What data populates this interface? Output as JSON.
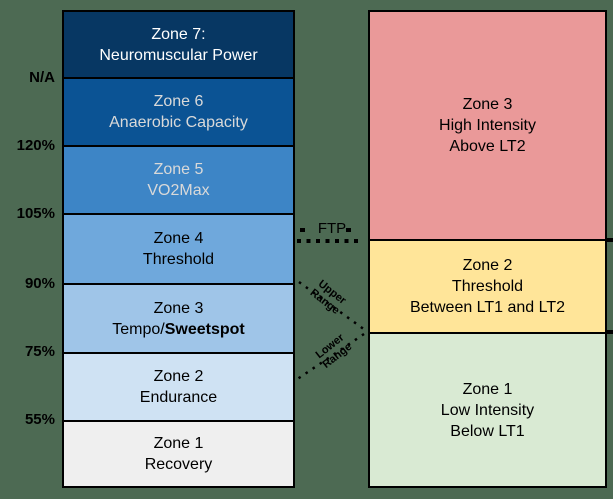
{
  "page": {
    "background": "#4D6A53",
    "line_color": "#000000"
  },
  "left_chart": {
    "description": "7-zone power model (% of FTP)",
    "ticks": [
      {
        "label": "N/A"
      },
      {
        "label": "120%"
      },
      {
        "label": "105%"
      },
      {
        "label": "90%"
      },
      {
        "label": "75%"
      },
      {
        "label": "55%"
      }
    ],
    "zones": [
      {
        "line1": "Zone 7:",
        "line2": "Neuromuscular Power",
        "bg": "#073763",
        "fg": "#FFFFFF"
      },
      {
        "line1": "Zone 6",
        "line2": "Anaerobic Capacity",
        "bg": "#0B5394",
        "fg": "#D9D9D9"
      },
      {
        "line1": "Zone 5",
        "line2": "VO2Max",
        "bg": "#3D85C6",
        "fg": "#D9D9D9"
      },
      {
        "line1": "Zone 4",
        "line2": "Threshold",
        "bg": "#6FA8DC",
        "fg": "#000000"
      },
      {
        "line1": "Zone 3",
        "line2_regular": "Tempo/",
        "line2_bold": "Sweetspot",
        "bg": "#9FC5E8",
        "fg": "#000000"
      },
      {
        "line1": "Zone 2",
        "line2": "Endurance",
        "bg": "#CFE2F3",
        "fg": "#000000"
      },
      {
        "line1": "Zone 1",
        "line2": "Recovery",
        "bg": "#EFEFEF",
        "fg": "#000000"
      }
    ]
  },
  "right_chart": {
    "description": "3-zone physiological model",
    "zones": [
      {
        "line1": "Zone 3",
        "line2": "High Intensity",
        "line3": "Above LT2",
        "bg": "#EA9999",
        "fg": "#000000"
      },
      {
        "line1": "Zone 2",
        "line2": "Threshold",
        "line3": "Between LT1 and LT2",
        "bg": "#FFE599",
        "fg": "#000000"
      },
      {
        "line1": "Zone 1",
        "line2": "Low Intensity",
        "line3": "Below LT1",
        "bg": "#D9EAD3",
        "fg": "#000000"
      }
    ]
  },
  "annotations": {
    "ftp_label": "FTP",
    "upper_range_label": "Upper\nRange",
    "lower_range_label": "Lower\nRange"
  }
}
